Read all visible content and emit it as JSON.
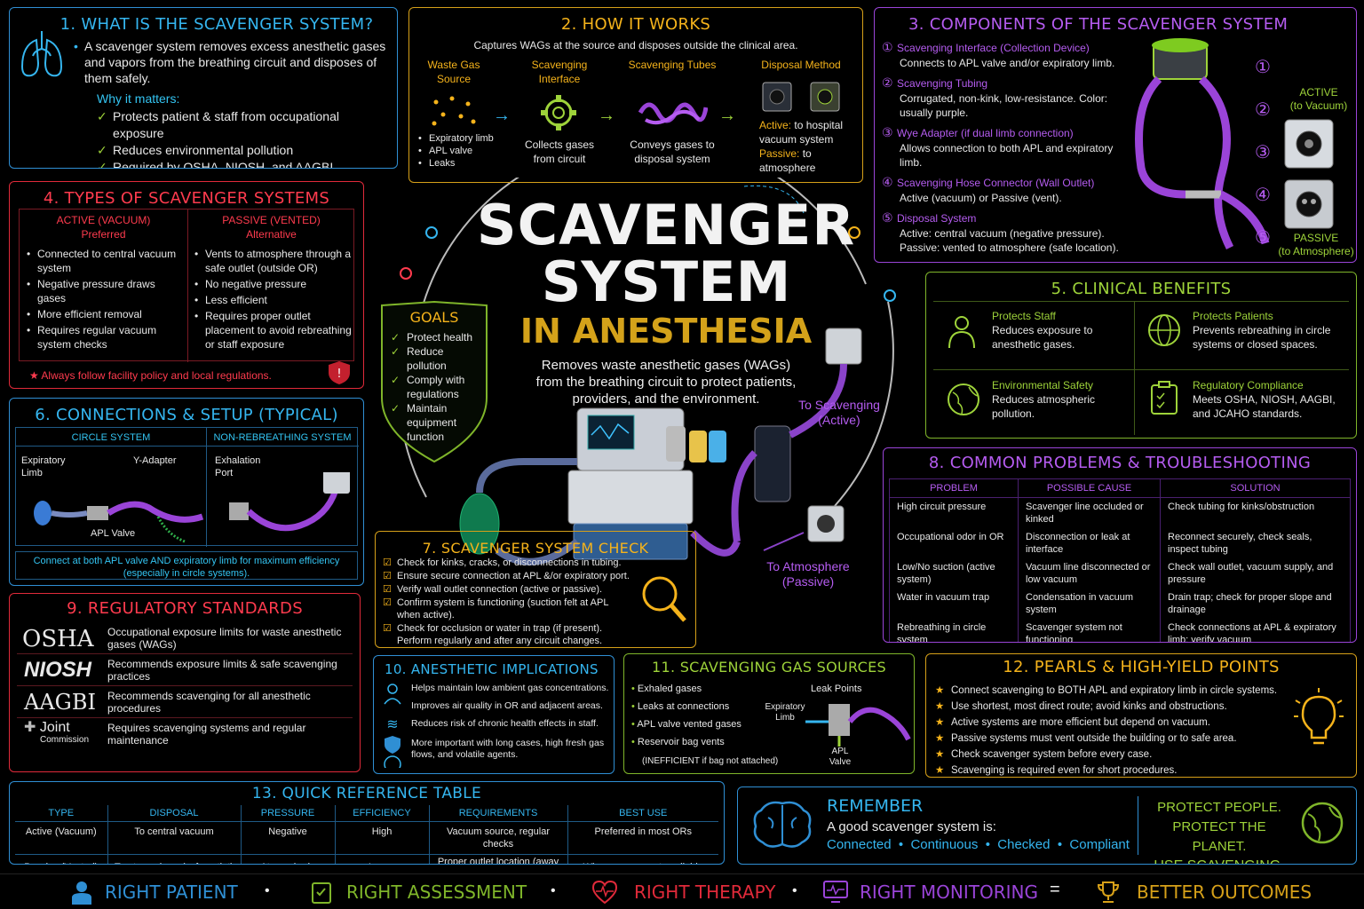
{
  "center": {
    "title1": "SCAVENGER",
    "title2": "SYSTEM",
    "title3": "IN ANESTHESIA",
    "desc": "Removes waste anesthetic gases (WAGs) from the breathing circuit to protect patients, providers, and the environment.",
    "to_scav_active": "To Scavenging (Active)",
    "to_atm_passive": "To Atmosphere (Passive)"
  },
  "goals": {
    "title": "GOALS",
    "items": [
      "Protect health",
      "Reduce pollution",
      "Comply with regulations",
      "Maintain equipment function"
    ]
  },
  "p1": {
    "title": "1. WHAT IS THE SCAVENGER SYSTEM?",
    "desc": "A scavenger system removes excess anesthetic gases and vapors from the breathing circuit and disposes of them safely.",
    "why": "Why it matters:",
    "items": [
      "Protects patient & staff from occupational exposure",
      "Reduces environmental pollution",
      "Required by OSHA, NIOSH, and AAGBI guidelines"
    ]
  },
  "p2": {
    "title": "2. HOW IT WORKS",
    "subtitle": "Captures WAGs at the source and disposes outside the clinical area.",
    "steps": [
      {
        "label": "Waste Gas Source",
        "items": [
          "Expiratory limb",
          "APL valve",
          "Leaks"
        ]
      },
      {
        "label": "Scavenging Interface",
        "desc": "Collects gases from circuit"
      },
      {
        "label": "Scavenging Tubes",
        "desc": "Conveys gases to disposal system"
      },
      {
        "label": "Disposal Method",
        "active_k": "Active:",
        "active_v": "to hospital vacuum system",
        "passive_k": "Passive:",
        "passive_v": "to atmosphere"
      }
    ]
  },
  "p3": {
    "title": "3. COMPONENTS OF THE SCAVENGER SYSTEM",
    "items": [
      {
        "num": "①",
        "name": "Scavenging Interface (Collection Device)",
        "desc": "Connects to APL valve and/or expiratory limb."
      },
      {
        "num": "②",
        "name": "Scavenging Tubing",
        "desc": "Corrugated, non-kink, low-resistance. Color: usually purple."
      },
      {
        "num": "③",
        "name": "Wye Adapter (if dual limb connection)",
        "desc": "Allows connection to both APL and expiratory limb."
      },
      {
        "num": "④",
        "name": "Scavenging Hose Connector (Wall Outlet)",
        "desc": "Active (vacuum) or Passive (vent)."
      },
      {
        "num": "⑤",
        "name": "Disposal System",
        "desc": "Active: central vacuum (negative pressure). Passive: vented to atmosphere (safe location)."
      }
    ],
    "nums": [
      "①",
      "②",
      "③",
      "④",
      "⑤"
    ],
    "active": "ACTIVE",
    "active_sub": "(to Vacuum)",
    "passive": "PASSIVE",
    "passive_sub": "(to Atmosphere)"
  },
  "p4": {
    "title": "4. TYPES OF SCAVENGER SYSTEMS",
    "active_t": "ACTIVE (VACUUM)",
    "active_s": "Preferred",
    "active_items": [
      "Connected to central vacuum system",
      "Negative pressure draws gases",
      "More efficient removal",
      "Requires regular vacuum system checks"
    ],
    "passive_t": "PASSIVE (VENTED)",
    "passive_s": "Alternative",
    "passive_items": [
      "Vents to atmosphere through a safe outlet (outside OR)",
      "No negative pressure",
      "Less efficient",
      "Requires proper outlet placement to avoid rebreathing or staff exposure"
    ],
    "note": "★  Always follow facility policy and local regulations."
  },
  "p5": {
    "title": "5. CLINICAL BENEFITS",
    "items": [
      {
        "t": "Protects Staff",
        "d": "Reduces exposure to anesthetic gases."
      },
      {
        "t": "Protects Patients",
        "d": "Prevents rebreathing in circle systems or closed spaces."
      },
      {
        "t": "Environmental Safety",
        "d": "Reduces atmospheric pollution."
      },
      {
        "t": "Regulatory Compliance",
        "d": "Meets OSHA, NIOSH, AAGBI, and JCAHO standards."
      }
    ]
  },
  "p6": {
    "title": "6. CONNECTIONS & SETUP (TYPICAL)",
    "circle": "CIRCLE SYSTEM",
    "nonreb": "NON-REBREATHING SYSTEM",
    "exp": "Expiratory Limb",
    "yad": "Y-Adapter",
    "apl": "APL Valve",
    "exh": "Exhalation Port",
    "note": "Connect at both APL valve AND expiratory limb for maximum efficiency (especially in circle systems)."
  },
  "p7": {
    "title": "7. SCAVENGER SYSTEM CHECK",
    "items": [
      "Check for kinks, cracks, or disconnections in tubing.",
      "Ensure secure connection at APL &/or expiratory port.",
      "Verify wall outlet connection (active or passive).",
      "Confirm system is functioning (suction felt at APL when active).",
      "Check for occlusion or water in trap (if present). Perform regularly and after any circuit changes."
    ]
  },
  "p8": {
    "title": "8. COMMON PROBLEMS & TROUBLESHOOTING",
    "headers": [
      "PROBLEM",
      "POSSIBLE CAUSE",
      "SOLUTION"
    ],
    "rows": [
      [
        "High circuit pressure",
        "Scavenger line occluded or kinked",
        "Check tubing for kinks/obstruction"
      ],
      [
        "Occupational odor in OR",
        "Disconnection or leak at interface",
        "Reconnect securely, check seals, inspect tubing"
      ],
      [
        "Low/No suction (active system)",
        "Vacuum line disconnected or low vacuum",
        "Check wall outlet, vacuum supply, and pressure"
      ],
      [
        "Water in vacuum trap",
        "Condensation in vacuum system",
        "Drain trap; check for proper slope and drainage"
      ],
      [
        "Rebreathing in circle system",
        "Scavenger system not functioning",
        "Check connections at APL & expiratory limb; verify vacuum"
      ]
    ]
  },
  "p9": {
    "title": "9. REGULATORY STANDARDS",
    "rows": [
      {
        "logo": "OSHA",
        "d": "Occupational exposure limits for waste anesthetic gases (WAGs)"
      },
      {
        "logo": "NIOSH",
        "d": "Recommends exposure limits & safe scavenging practices"
      },
      {
        "logo": "AAGBI",
        "d": "Recommends scavenging for all anesthetic procedures"
      },
      {
        "logo": "Joint",
        "logo2": "Commission",
        "d": "Requires scavenging systems and regular maintenance"
      }
    ]
  },
  "p10": {
    "title": "10. ANESTHETIC IMPLICATIONS",
    "items": [
      "Helps maintain low ambient gas concentrations.",
      "Improves air quality in OR and adjacent areas.",
      "Reduces risk of chronic health effects in staff.",
      "More important with long cases, high fresh gas flows, and volatile agents."
    ]
  },
  "p11": {
    "title": "11. SCAVENGING GAS SOURCES",
    "items": [
      "Exhaled gases",
      "Leaks at connections",
      "APL valve vented gases",
      "Reservoir bag vents"
    ],
    "note": "(INEFFICIENT if bag not attached)",
    "leak": "Leak Points",
    "exp": "Expiratory Limb",
    "apl": "APL Valve"
  },
  "p12": {
    "title": "12. PEARLS & HIGH-YIELD POINTS",
    "items": [
      "Connect scavenging to BOTH APL and expiratory limb in circle systems.",
      "Use shortest, most direct route; avoid kinks and obstructions.",
      "Active systems are more efficient but depend on vacuum.",
      "Passive systems must vent outside the building or to safe area.",
      "Check scavenger system before every case.",
      "Scavenging is required even for short procedures."
    ]
  },
  "p13": {
    "title": "13. QUICK REFERENCE TABLE",
    "headers": [
      "TYPE",
      "DISPOSAL",
      "PRESSURE",
      "EFFICIENCY",
      "REQUIREMENTS",
      "BEST USE"
    ],
    "rows": [
      [
        "Active (Vacuum)",
        "To central vacuum",
        "Negative",
        "High",
        "Vacuum source, regular checks",
        "Preferred in most ORs"
      ],
      [
        "Passive (Vented)",
        "To atmosphere (safe outlet)",
        "Atmospheric",
        "Lower",
        "Proper outlet location (away from intakes/people)",
        "When vacuum not available"
      ]
    ]
  },
  "remember": {
    "title": "REMEMBER",
    "line": "A good scavenger system is:",
    "words": "Connected  •  Continuous  •  Checked  •  Compliant",
    "slogan1": "PROTECT PEOPLE.",
    "slogan2": "PROTECT THE PLANET.",
    "slogan3": "USE SCAVENGING."
  },
  "footer": {
    "a": "RIGHT PATIENT",
    "b": "RIGHT ASSESSMENT",
    "c": "RIGHT THERAPY",
    "d": "RIGHT MONITORING",
    "eq": "=",
    "e": "BETTER OUTCOMES",
    "dot": "•"
  }
}
